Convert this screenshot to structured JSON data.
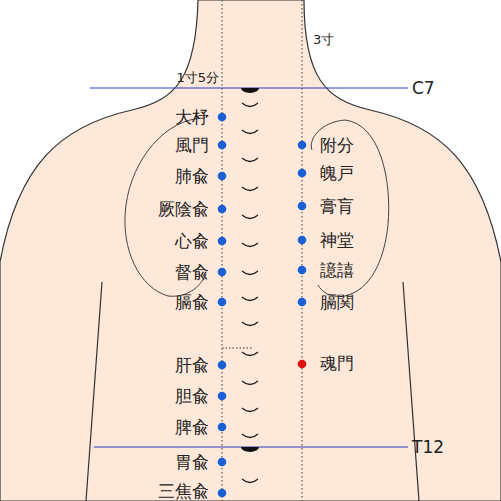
{
  "diagram": {
    "labels": [
      "3寸",
      "1寸5分",
      "C7",
      "大杼",
      "風門",
      "附分",
      "魄戸",
      "肺兪",
      "厥陰兪",
      "膏肓",
      "心兪",
      "神堂",
      "督兪",
      "譩譆",
      "膈兪",
      "膈関",
      "肝兪",
      "魂門",
      "胆兪",
      "脾兪",
      "T12",
      "胃兪",
      "三焦兪"
    ]
  }
}
